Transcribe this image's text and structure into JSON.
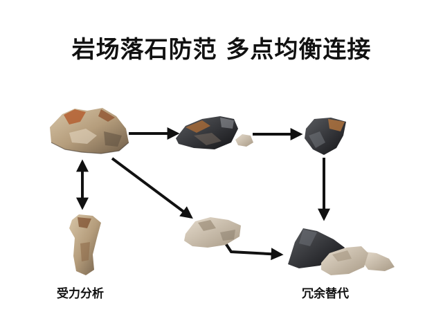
{
  "title": "岩场落石防范 多点均衡连接",
  "captions": {
    "left": "受力分析",
    "right": "冗余替代"
  }
}
